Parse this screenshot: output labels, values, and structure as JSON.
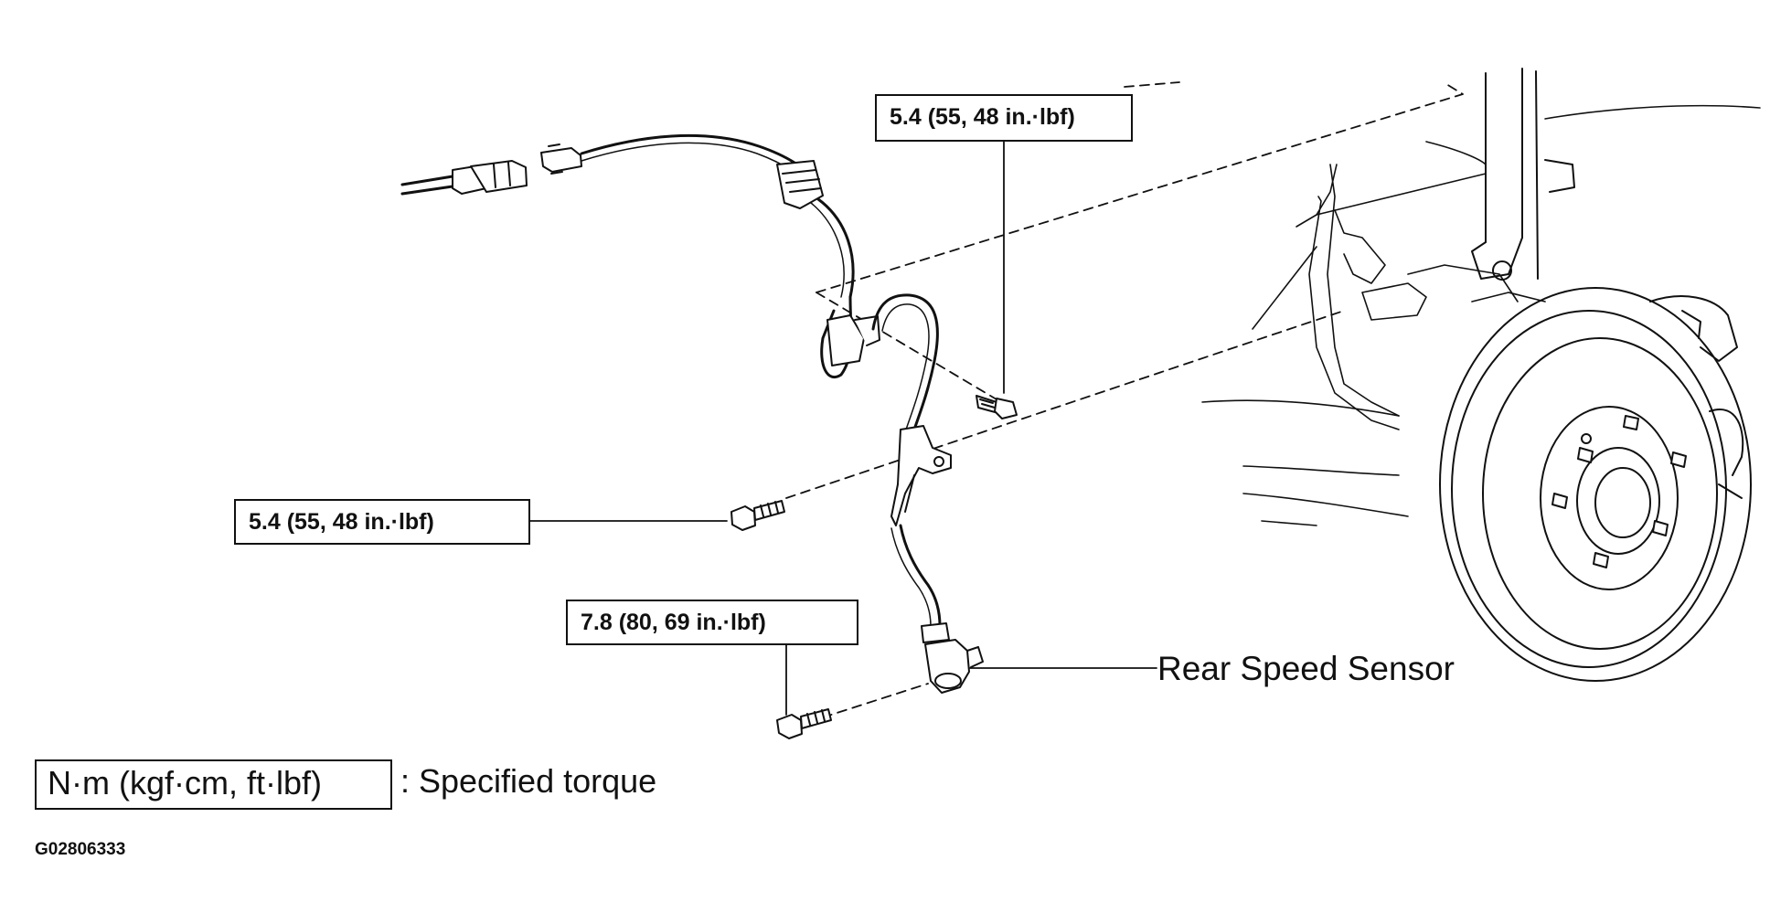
{
  "torque_labels": {
    "top": "5.4 (55, 48 in.·lbf)",
    "middle": "5.4 (55, 48 in.·lbf)",
    "bottom": "7.8 (80, 69 in.·lbf)"
  },
  "part_labels": {
    "sensor": "Rear Speed Sensor"
  },
  "legend": {
    "unit": "N·m (kgf·cm, ft·lbf)",
    "description": ": Specified torque"
  },
  "figure_code": "G02806333"
}
